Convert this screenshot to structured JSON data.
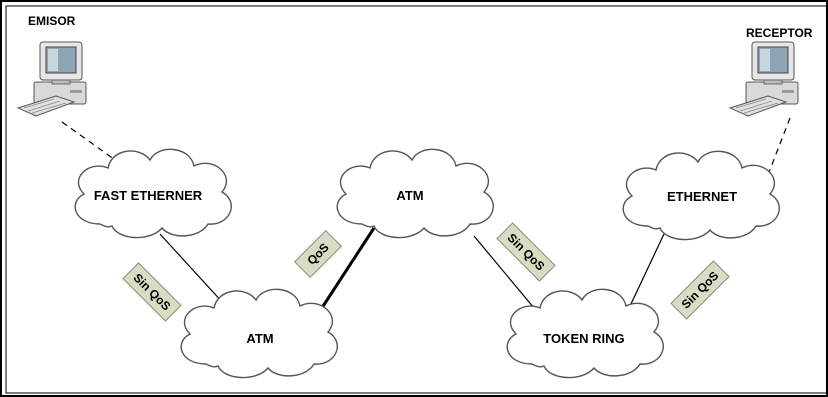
{
  "nodes": {
    "sender": {
      "label": "EMISOR",
      "icon": "desktop-computer-icon"
    },
    "receiver": {
      "label": "RECEPTOR",
      "icon": "desktop-computer-icon"
    },
    "cloud_fast_ethernet": {
      "label": "FAST ETHERNER"
    },
    "cloud_atm_bottom": {
      "label": "ATM"
    },
    "cloud_atm_top": {
      "label": "ATM"
    },
    "cloud_token_ring": {
      "label": "TOKEN RING"
    },
    "cloud_ethernet": {
      "label": "ETHERNET"
    }
  },
  "links": {
    "fast_ethernet_to_atm": {
      "label": "Sin QoS"
    },
    "atm_to_atm": {
      "label": "QoS"
    },
    "atm_to_token_ring": {
      "label": "Sin QoS"
    },
    "token_ring_to_ethernet": {
      "label": "Sin QoS"
    }
  },
  "colors": {
    "cloud_fill": "#ffffff",
    "cloud_stroke": "#555555",
    "tag_fill": "#d9dcc5",
    "tag_stroke": "#8a8c78",
    "monitor_body": "#e6e6e6",
    "monitor_screen": "#8fa3b3"
  }
}
